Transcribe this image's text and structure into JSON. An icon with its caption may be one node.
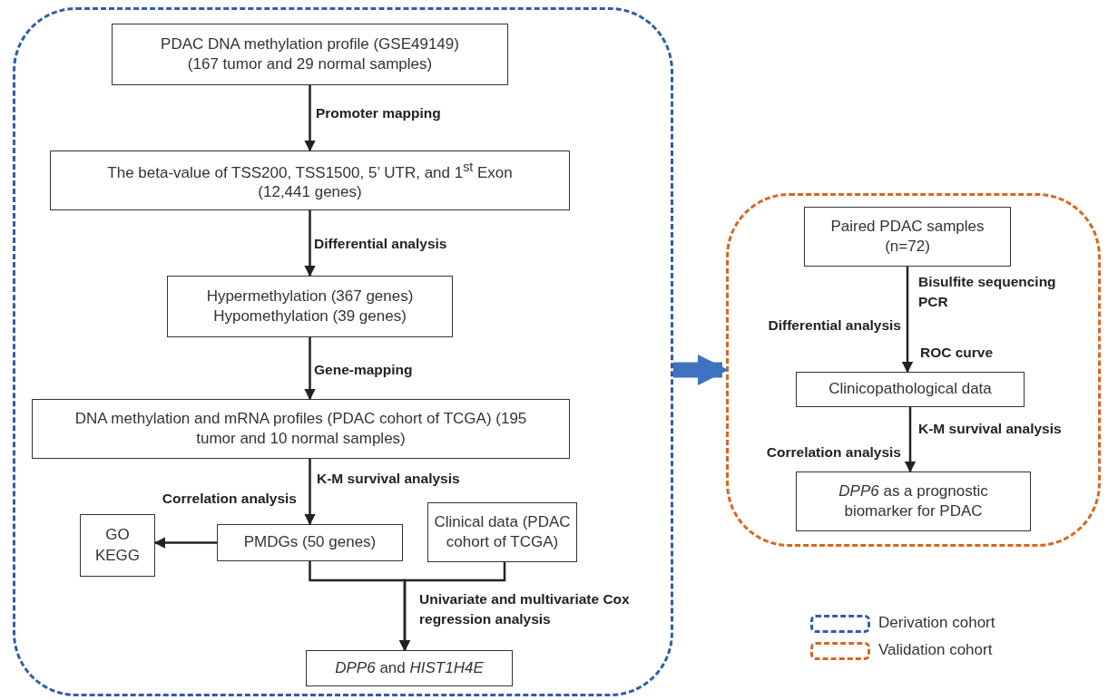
{
  "diagram": {
    "nodes": [
      {
        "text": [],
        "shape": "box"
      },
      {
        "text": [
          "PDAC DNA methylation profile (GSE49149) (167 tumor and 29 normal samples)"
        ],
        "in": 0
      },
      {
        "text": [
          "The beta-value of TSS200, TSS1500, 5’ UTR, and 1$^{st}$ Exon (12,441 genes)"
        ],
        "in": 0
      },
      {
        "text": [
          "Hypermethylation (367 genes)",
          "Hypomethylation (39 genes)"
        ],
        "in": 0
      },
      {
        "text": [
          "DNA methylation and mRNA profiles (PDAC cohort of TCGA) (195 tumor and 10 normal samples)"
        ],
        "in": 0
      },
      {
        "text": [
          "GO",
          "KEGG"
        ],
        "in": 0
      },
      {
        "text": [
          "PMDGs (50 genes)"
        ],
        "in": 0
      },
      {
        "text": [
          "Clinical data (PDAC cohort of TCGA)"
        ],
        "in": 0
      },
      {
        "text": [
          "*DPP6* and *HIST1H4E*"
        ],
        "in": 0
      },
      {
        "text": [],
        "shape": "box"
      },
      {
        "text": [
          "Paired PDAC samples (n=72)"
        ],
        "in": 9
      },
      {
        "text": [
          "Clinicopathological data"
        ],
        "in": 9
      },
      {
        "text": [
          "*DPP6* as a prognostic biomarker for PDAC"
        ],
        "in": 9
      }
    ],
    "edges": [
      {
        "from": 1,
        "to": 2,
        "arrow": "to",
        "label": "Promoter mapping"
      },
      {
        "from": 2,
        "to": 3,
        "arrow": "to",
        "label": "Differential analysis"
      },
      {
        "from": 3,
        "to": 4,
        "arrow": "to",
        "label": "Gene-mapping"
      },
      {
        "from": 4,
        "to": 6,
        "arrow": "to",
        "label": "K-M survival analysis"
      },
      {
        "from": 6,
        "to": 5,
        "arrow": "to"
      },
      {
        "from": 6,
        "to": 8,
        "arrow": "to",
        "label": "Univariate and multivariate Cox regression analysis"
      },
      {
        "from": 7,
        "to": 8,
        "arrow": "to"
      },
      {
        "from": 0,
        "to": 9,
        "arrow": "to",
        "style": "thick",
        "color": "#3f72c0"
      },
      {
        "from": 10,
        "to": 11,
        "arrow": "to",
        "label": "Bisulfite sequencing PCR"
      },
      {
        "from": 11,
        "to": 12,
        "arrow": "to",
        "label": "K-M survival analysis"
      }
    ],
    "labels": [
      "Correlation analysis",
      "Differential analysis",
      "ROC curve",
      "Correlation analysis"
    ],
    "legend": [
      {
        "text": "Derivation cohort"
      },
      {
        "text": "Validation cohort"
      }
    ]
  }
}
